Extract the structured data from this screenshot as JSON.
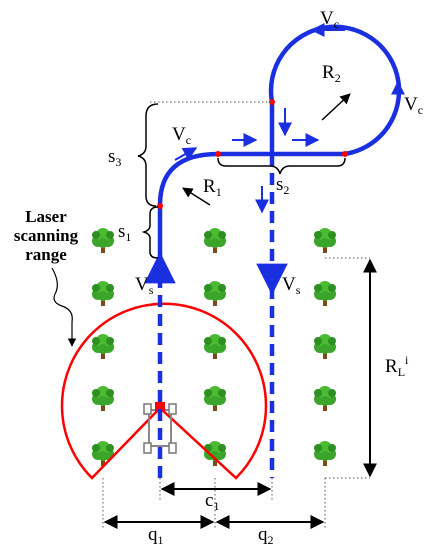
{
  "labels": {
    "vc": "V",
    "vc_sub": "c",
    "vs": "V",
    "vs_sub": "s",
    "r1": "R",
    "r1_sub": "1",
    "r2": "R",
    "r2_sub": "2",
    "s1": "s",
    "s1_sub": "1",
    "s2": "s",
    "s2_sub": "2",
    "s3": "s",
    "s3_sub": "3",
    "c1": "c",
    "c1_sub": "1",
    "q1": "q",
    "q1_sub": "1",
    "q2": "q",
    "q2_sub": "2",
    "rl": "R",
    "rl_sub": "L",
    "rl_sup": "i",
    "laser_line1": "Laser",
    "laser_line2": "scanning",
    "laser_line3": "range"
  },
  "colors": {
    "path": "#1a2fe0",
    "sector": "#ff0000",
    "marker": "#ff0000",
    "tree_leaf": "#3aa52a",
    "tree_trunk": "#7a4a1a"
  },
  "icons": {
    "tree": "tree-icon",
    "vehicle": "vehicle-icon"
  }
}
